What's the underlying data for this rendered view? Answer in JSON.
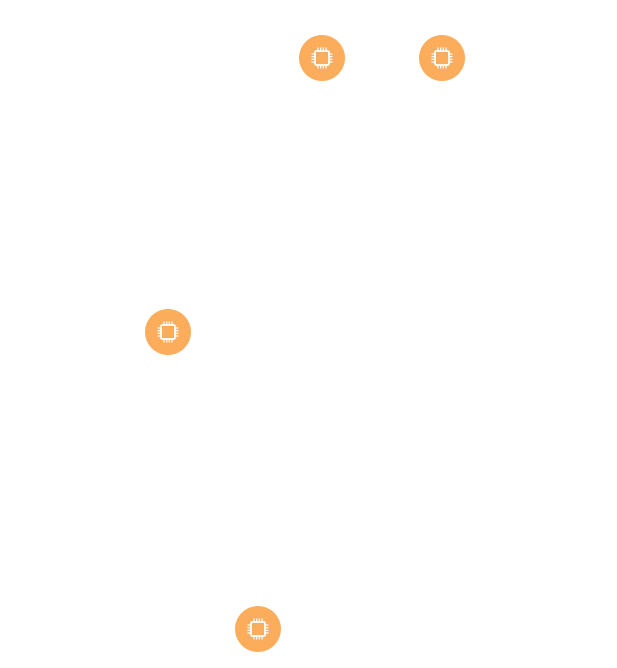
{
  "diagram": {
    "node_color": "#fbad5c",
    "icon_color": "#ffffff",
    "nodes": [
      {
        "id": "node-1",
        "icon": "cpu-chip-icon"
      },
      {
        "id": "node-2",
        "icon": "cpu-chip-icon"
      },
      {
        "id": "node-3",
        "icon": "cpu-chip-icon"
      },
      {
        "id": "node-4",
        "icon": "cpu-chip-icon"
      }
    ]
  }
}
